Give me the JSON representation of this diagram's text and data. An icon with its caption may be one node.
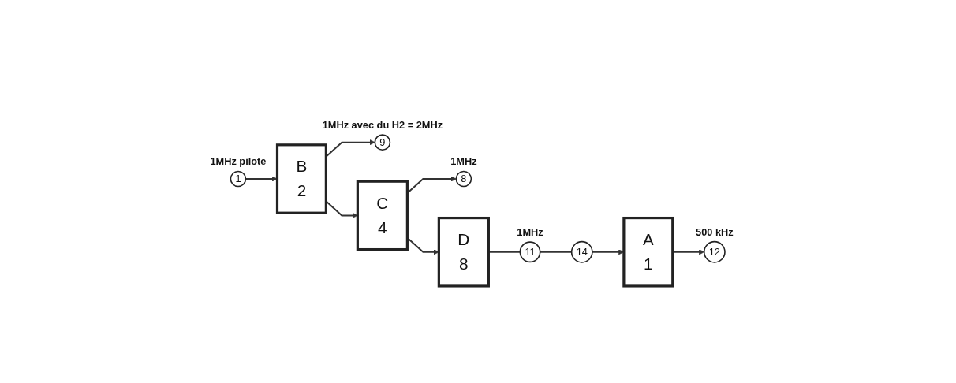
{
  "diagram": {
    "nodes": [
      {
        "text": [
          "14"
        ]
      },
      {
        "text": [
          "A",
          "1"
        ]
      },
      {
        "text": [
          "12"
        ],
        "beside": [
          "500 kHz"
        ]
      },
      {
        "text": [
          "1"
        ],
        "beside": [
          "1MHz pilote"
        ]
      },
      {
        "text": [
          "B",
          "2"
        ]
      },
      {
        "text": [
          "9"
        ],
        "beside": [
          "1MHz avec du H2 = 2MHz"
        ]
      },
      {
        "text": [
          "C",
          "4"
        ]
      },
      {
        "text": [
          "8"
        ],
        "beside": [
          "1MHz"
        ]
      },
      {
        "text": [
          "D",
          "8"
        ]
      },
      {
        "text": [
          "11"
        ],
        "beside": [
          "1MHz"
        ]
      }
    ],
    "edges": [
      {
        "from": 0,
        "to": 1,
        "arrow": "to"
      },
      {
        "from": 1,
        "to": 2,
        "arrow": "to"
      },
      {
        "from": 3,
        "to": 4,
        "arrow": "to"
      },
      {
        "from": 4,
        "to": 5,
        "arrow": "to"
      },
      {
        "from": 4,
        "to": 6,
        "arrow": "to"
      },
      {
        "from": 6,
        "to": 7,
        "arrow": "to"
      },
      {
        "from": 6,
        "to": 8,
        "arrow": "to"
      },
      {
        "from": 8,
        "to": 9,
        "arrow": "none"
      },
      {
        "from": 9,
        "to": 0,
        "arrow": "none"
      }
    ]
  }
}
